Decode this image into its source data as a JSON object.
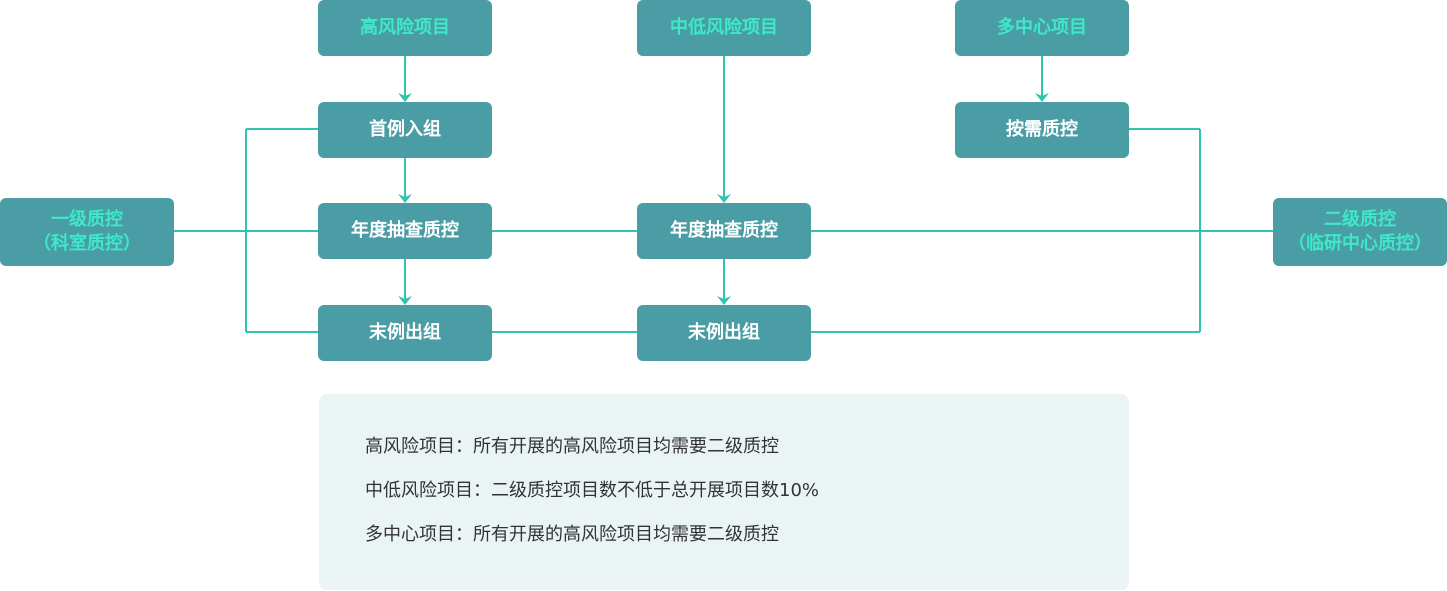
{
  "flowchart": {
    "headers": {
      "high_risk": "高风险项目",
      "mid_low_risk": "中低风险项目",
      "multi_center": "多中心项目"
    },
    "steps": {
      "first_enroll": "首例入组",
      "annual_check_high": "年度抽查质控",
      "last_exit_high": "末例出组",
      "annual_check_mid": "年度抽查质控",
      "last_exit_mid": "末例出组",
      "on_demand_qc": "按需质控"
    },
    "levels": {
      "level1_line1": "一级质控",
      "level1_line2": "（科室质控）",
      "level2_line1": "二级质控",
      "level2_line2": "（临研中心质控）"
    }
  },
  "notes": [
    "高风险项目：所有开展的高风险项目均需要二级质控",
    "中低风险项目：二级质控项目数不低于总开展项目数10%",
    "多中心项目：所有开展的高风险项目均需要二级质控"
  ],
  "colors": {
    "node_fill": "#4a9da4",
    "connector": "#2ec4b0",
    "header_text": "#3ee8c8",
    "notes_background": "#ebf4f5"
  }
}
